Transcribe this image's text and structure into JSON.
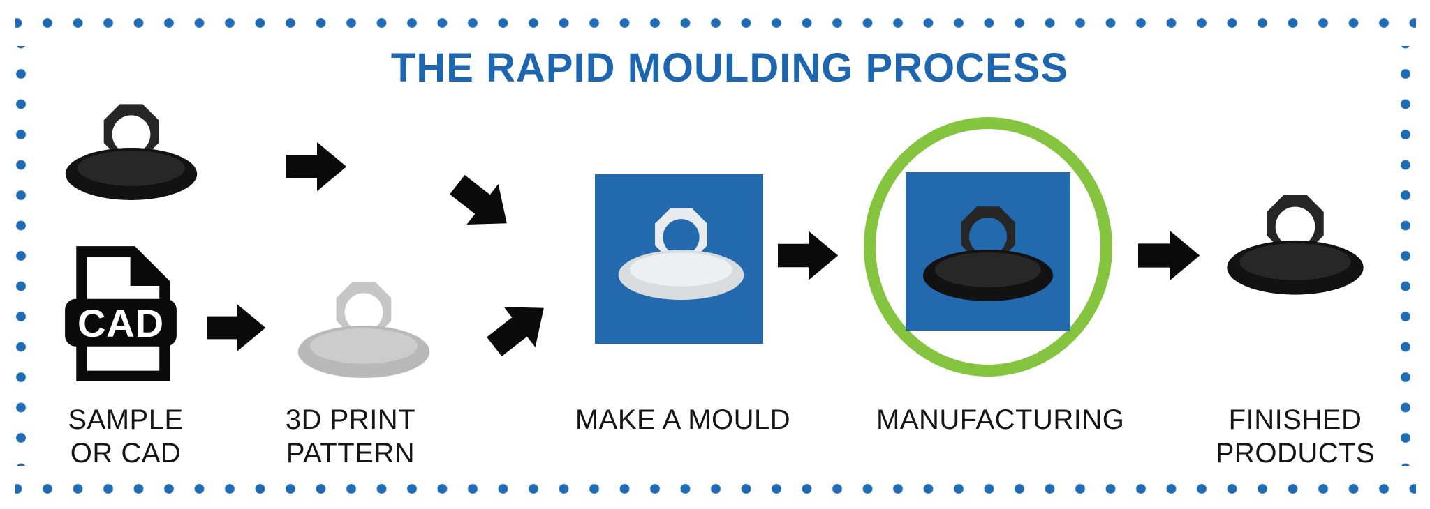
{
  "title": {
    "text": "THE RAPID MOULDING PROCESS"
  },
  "cad_icon": {
    "label": "CAD"
  },
  "steps": [
    {
      "key": "sample-or-cad",
      "line1": "SAMPLE",
      "line2": "OR CAD"
    },
    {
      "key": "3d-print-pattern",
      "line1": "3D PRINT",
      "line2": "PATTERN"
    },
    {
      "key": "make-a-mould",
      "line1": "MAKE A MOULD",
      "line2": ""
    },
    {
      "key": "manufacturing",
      "line1": "MANUFACTURING",
      "line2": ""
    },
    {
      "key": "finished-products",
      "line1": "FINISHED",
      "line2": "PRODUCTS"
    }
  ],
  "icons": [
    "sample-part-image",
    "cad-file-icon",
    "3d-printed-pattern-image",
    "mould-part-image",
    "manufactured-part-image",
    "finished-part-image",
    "right-arrow-icon",
    "down-right-arrow-icon",
    "up-right-arrow-icon",
    "green-highlight-ring"
  ],
  "colors": {
    "title_blue": "#1e67b0",
    "dot_blue": "#1f6cb5",
    "square_blue": "#2269ad",
    "highlight_green": "#85c43e",
    "arrow_black": "#0a0a0a",
    "label_black": "#151515"
  }
}
